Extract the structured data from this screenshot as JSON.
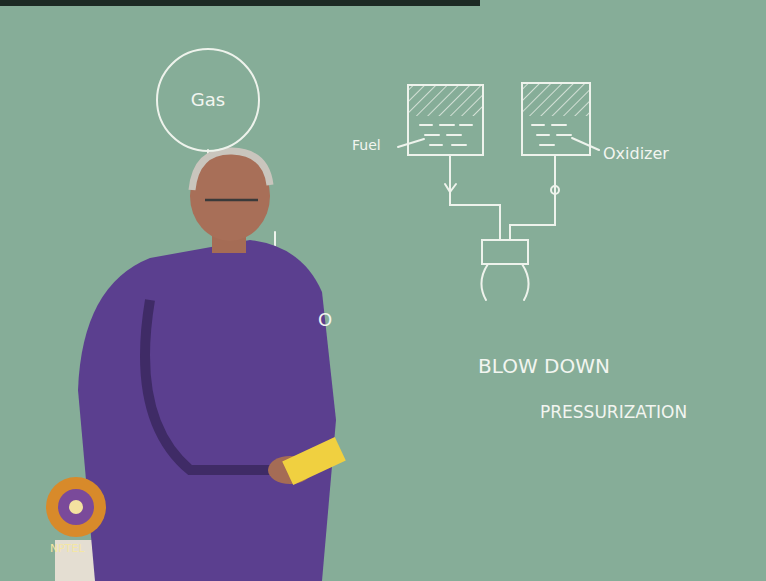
{
  "diagram": {
    "nodes": [
      {
        "text": [
          "Gas"
        ]
      }
    ],
    "labels": [
      "Fuel",
      "Oxidizer",
      "O",
      "BLOW DOWN",
      "PRESSURIZATION",
      "NPTEL"
    ]
  }
}
